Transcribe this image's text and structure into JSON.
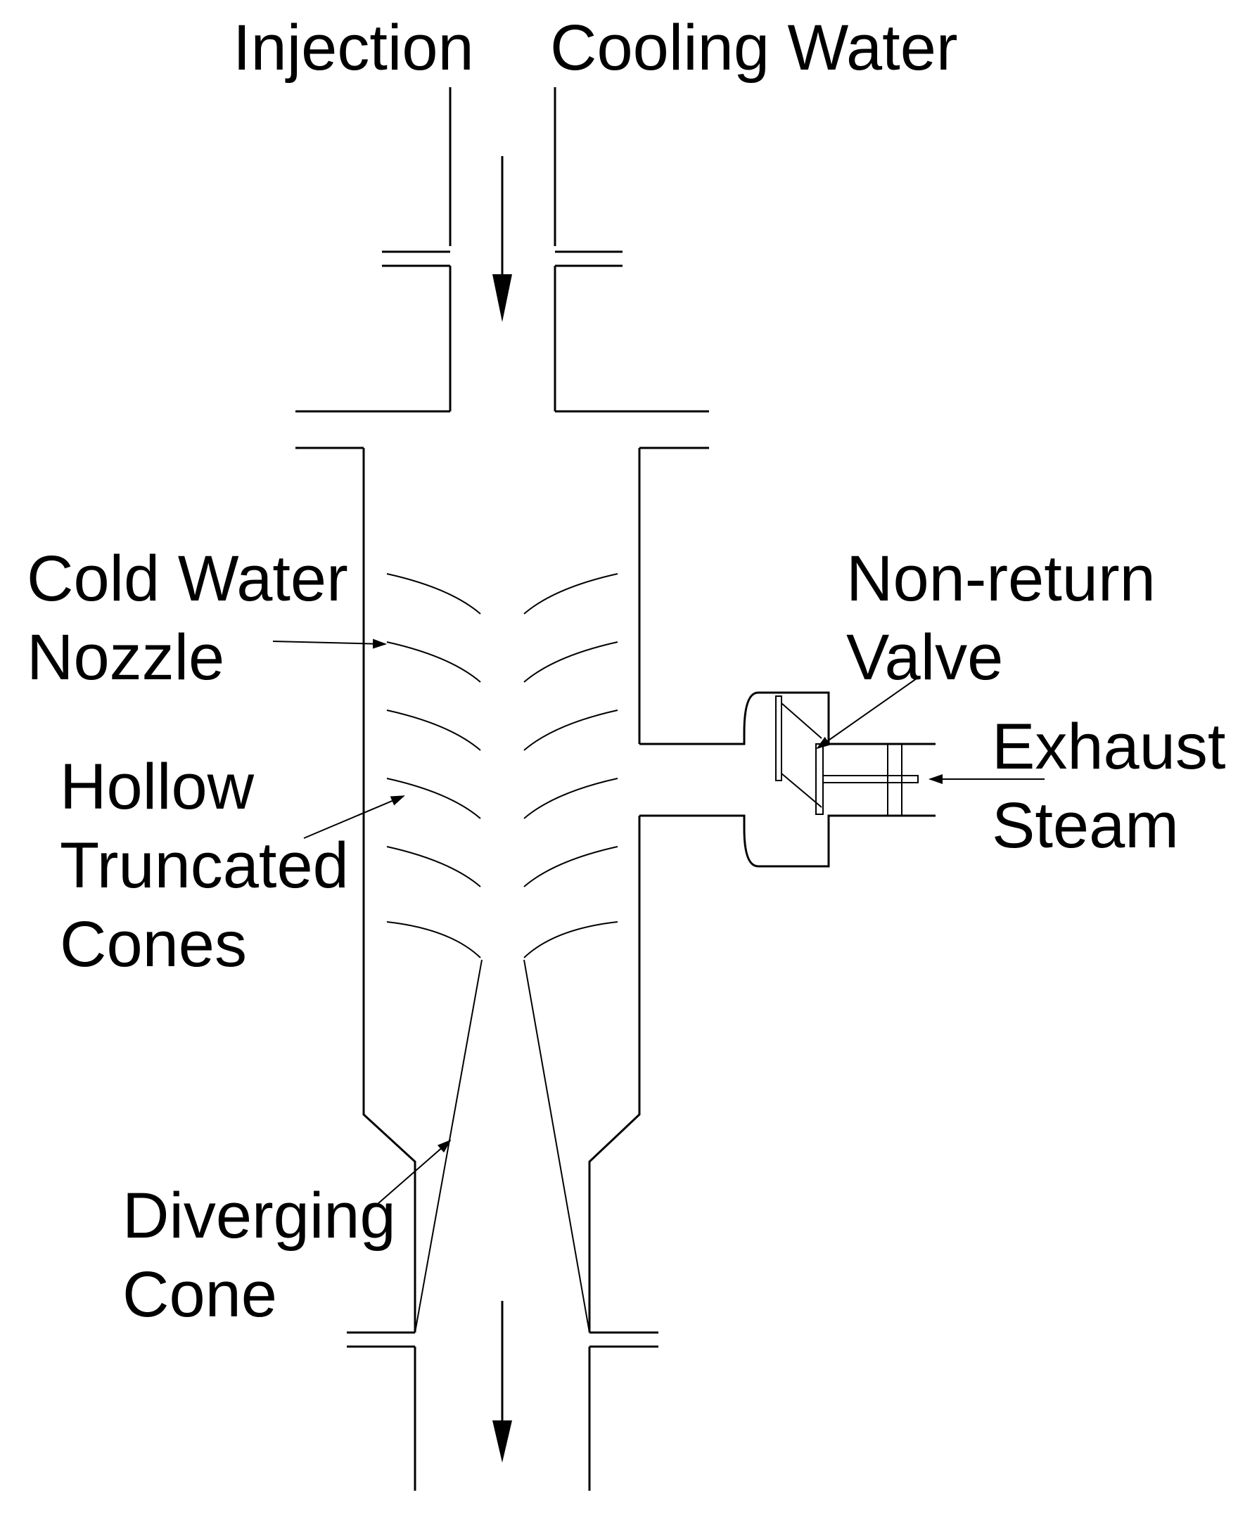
{
  "labels": {
    "injection": "Injection",
    "cooling_water": "Cooling Water",
    "cold_water_nozzle_1": "Cold Water",
    "cold_water_nozzle_2": "Nozzle",
    "non_return_1": "Non-return",
    "non_return_2": "Valve",
    "hollow_1": "Hollow",
    "hollow_2": "Truncated",
    "hollow_3": "Cones",
    "exhaust_1": "Exhaust",
    "exhaust_2": "Steam",
    "diverging_1": "Diverging",
    "diverging_2": "Cone"
  },
  "colors": {
    "line": "#000000",
    "background": "#ffffff"
  }
}
